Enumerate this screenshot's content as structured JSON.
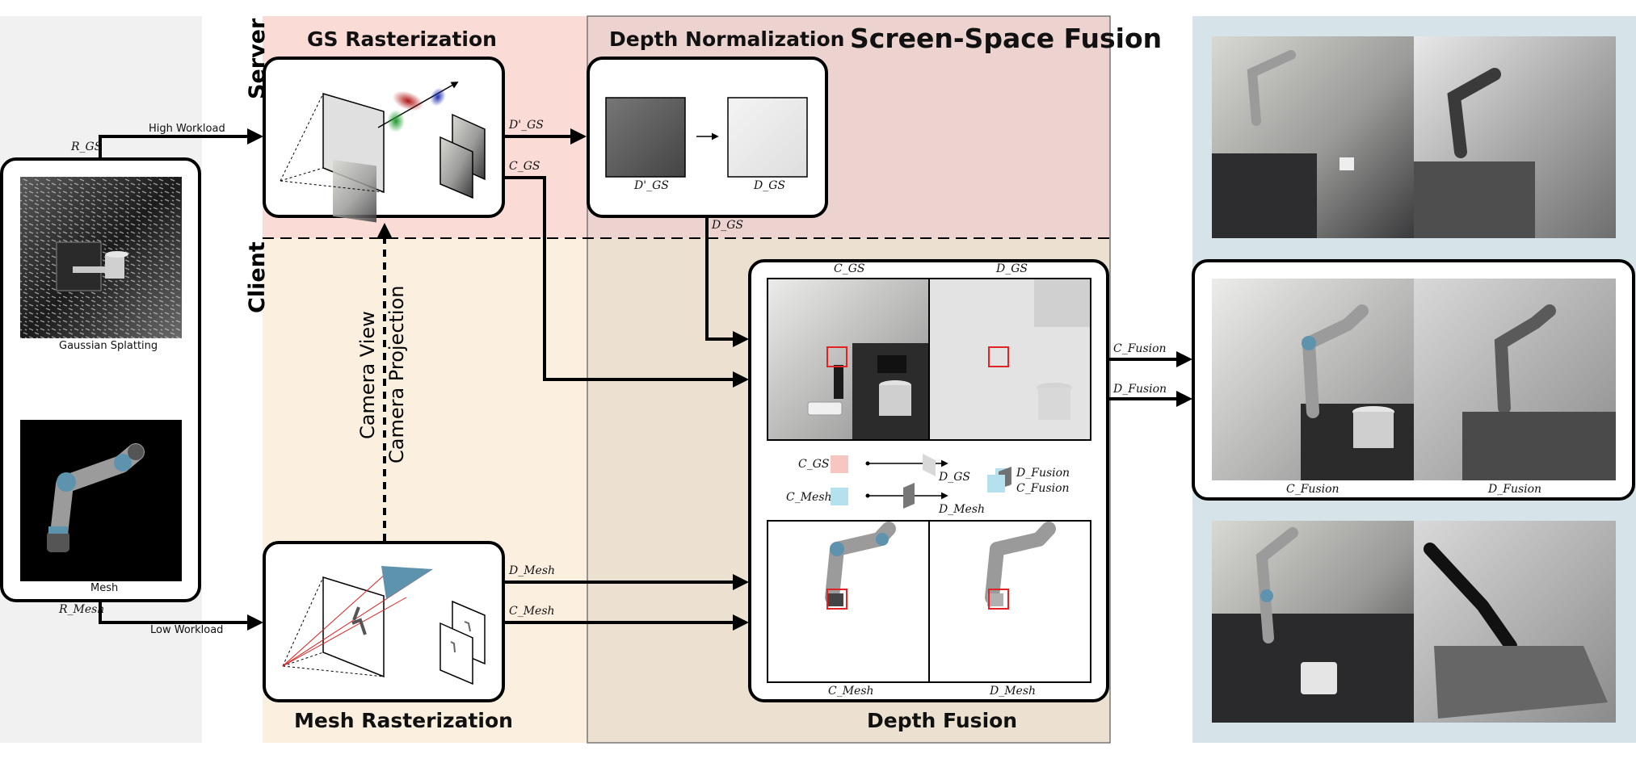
{
  "zones": {
    "server": "Server",
    "client": "Client",
    "fusion": "Screen-Space Fusion"
  },
  "stages": {
    "gs_rasterization": "GS Rasterization",
    "depth_normalization": "Depth Normalization",
    "mesh_rasterization": "Mesh Rasterization",
    "depth_fusion": "Depth Fusion"
  },
  "inputs": {
    "gaussian_splatting": "Gaussian Splatting",
    "mesh": "Mesh"
  },
  "workloads": {
    "high": "High Workload",
    "low": "Low Workload"
  },
  "camera": {
    "view": "Camera View",
    "projection": "Camera Projection"
  },
  "symbols": {
    "r_gs": "R_GS",
    "r_mesh": "R_Mesh",
    "d_gs_raw": "D'_GS",
    "d_gs": "D_GS",
    "c_gs": "C_GS",
    "d_mesh": "D_Mesh",
    "c_mesh": "C_Mesh",
    "c_fusion": "C_Fusion",
    "d_fusion": "D_Fusion"
  },
  "colors": {
    "server_bg": "#fadbd6",
    "client_bg": "#fbf0df",
    "fusion_bg": "#ecd3cf",
    "fusion_client_bg": "#ece1d0",
    "input_bg": "#f1f1f1",
    "output_bg": "#d6e3e8",
    "c_gs_swatch": "#f6c6c0",
    "c_mesh_swatch": "#b5e0ee",
    "robot_blue": "#5d93ad",
    "highlight": "#e02424"
  },
  "icons": [
    "camera-frustum-icon",
    "gaussian-blob-icon",
    "image-plane-icon",
    "robot-arm-icon",
    "triangle-icon",
    "arrow-icon"
  ]
}
